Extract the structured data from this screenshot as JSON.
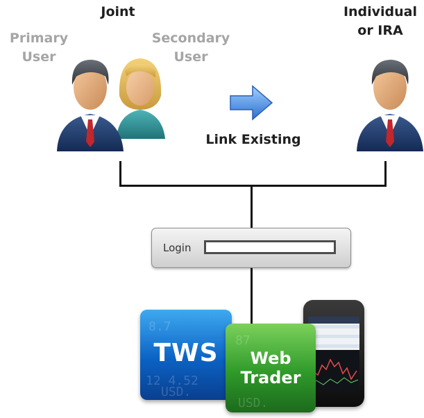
{
  "labels": {
    "joint": "Joint",
    "primary_user": "Primary\nUser",
    "secondary_user": "Secondary\nUser",
    "individual_ira": "Individual\nor IRA",
    "link_existing": "Link Existing"
  },
  "login": {
    "label": "Login",
    "value": ""
  },
  "apps": {
    "tws": "TWS",
    "web_trader": "Web\nTrader"
  },
  "icons": [
    "primary-user-icon",
    "secondary-user-icon",
    "individual-user-icon",
    "arrow-right-icon",
    "tws-app-icon",
    "web-trader-app-icon",
    "mobile-phone-icon"
  ],
  "colors": {
    "arrow": "#3c86e0",
    "tws": "#0b62c4",
    "web_trader": "#2f9a2a"
  }
}
